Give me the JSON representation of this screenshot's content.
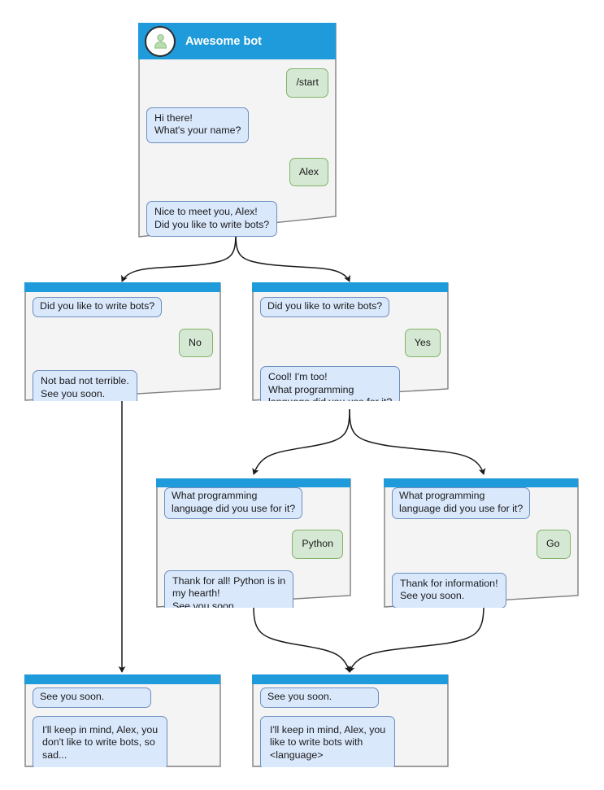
{
  "theme": {
    "header_blue": "#1f9ada",
    "card_body": "#f4f4f4",
    "card_border": "#7f7f7f",
    "bot_bubble_fill": "#dae8fc",
    "bot_bubble_border": "#6c8ebf",
    "user_bubble_fill": "#d5e8d4",
    "user_bubble_border": "#82b366",
    "edge_color": "#1a1a1a",
    "page_background": "#ffffff"
  },
  "root_card": {
    "title": "Awesome bot",
    "avatar_icon": "person-avatar-icon",
    "messages": [
      {
        "side": "user",
        "text": "/start"
      },
      {
        "side": "bot",
        "text": "Hi there!\nWhat's your name?"
      },
      {
        "side": "user",
        "text": "Alex"
      },
      {
        "side": "bot",
        "text": "Nice to meet you, Alex!\nDid you like to write bots?"
      }
    ]
  },
  "branch_no": {
    "messages": [
      {
        "side": "bot",
        "text": "Did you like to write bots?"
      },
      {
        "side": "user",
        "text": "No"
      },
      {
        "side": "bot",
        "text": "Not bad not terrible.\nSee you soon."
      }
    ]
  },
  "branch_yes": {
    "messages": [
      {
        "side": "bot",
        "text": "Did you like to write bots?"
      },
      {
        "side": "user",
        "text": "Yes"
      },
      {
        "side": "bot",
        "text": "Cool! I'm too!\nWhat programming\nlanguage did you use for it?"
      }
    ]
  },
  "branch_python": {
    "messages": [
      {
        "side": "bot",
        "text": "What programming\nlanguage did you use for it?"
      },
      {
        "side": "user",
        "text": "Python"
      },
      {
        "side": "bot",
        "text": "Thank for all! Python is in\nmy hearth!\nSee you soon."
      }
    ]
  },
  "branch_go": {
    "messages": [
      {
        "side": "bot",
        "text": "What programming\nlanguage did you use for it?"
      },
      {
        "side": "user",
        "text": "Go"
      },
      {
        "side": "bot",
        "text": "Thank for information!\nSee you soon."
      }
    ]
  },
  "end_sad": {
    "messages": [
      {
        "side": "bot",
        "text": "See you soon."
      },
      {
        "side": "bot",
        "text": "I'll keep in mind, Alex, you\ndon't like to write bots, so\nsad..."
      }
    ]
  },
  "end_happy": {
    "messages": [
      {
        "side": "bot",
        "text": "See you soon."
      },
      {
        "side": "bot",
        "text": "I'll keep in mind, Alex, you\nlike to write bots with\n<language>"
      }
    ]
  }
}
